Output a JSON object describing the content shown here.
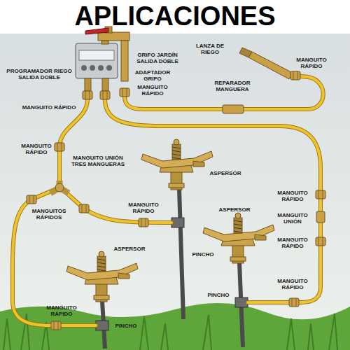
{
  "diagram": {
    "title": "APLICACIONES",
    "labels": [
      "GRIFO JARDÍN SALIDA DOBLE",
      "LANZA DE RIEGO",
      "PROGRAMADOR RIEGO SALIDA DOBLE",
      "ADAPTADOR GRIFO",
      "MANGUITO RÁPIDO",
      "MANGUITO RÁPIDO",
      "REPARADOR MANGUERA",
      "MANGUITO RÁPIDO",
      "MANGUITO RÁPIDO",
      "MANGUITO UNIÓN TRES MANGUERAS",
      "ASPERSOR",
      "MANGUITO RÁPIDO",
      "MANGUITO UNIÓN",
      "MANGUITOS RÁPIDOS",
      "MANGUITO RÁPIDO",
      "ASPERSOR",
      "MANGUITO RÁPIDO",
      "PINCHO",
      "ASPERSOR",
      "MANGUITO RÁPIDO",
      "PINCHO",
      "MANGUITO RÁPIDO",
      "PINCHO"
    ]
  }
}
